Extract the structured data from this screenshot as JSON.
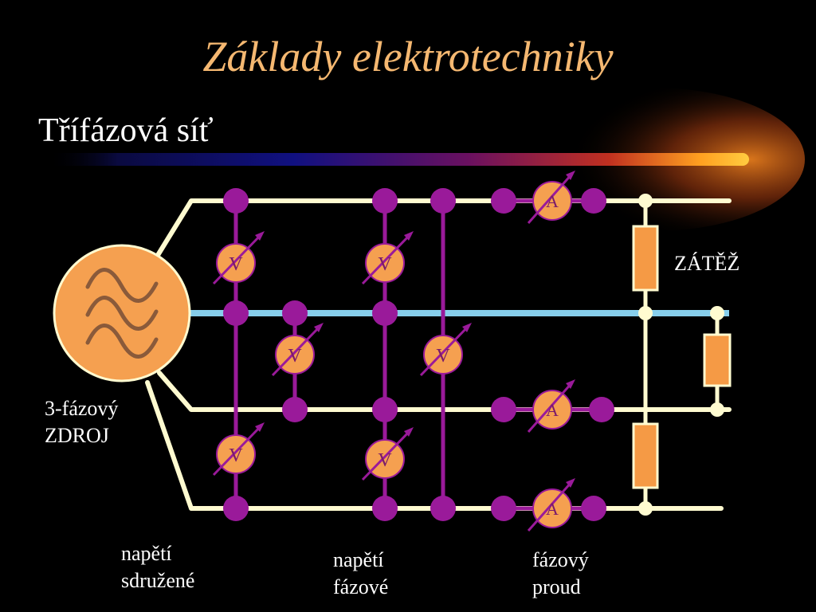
{
  "title": "Základy elektrotechniky",
  "subtitle": "Třífázová síť",
  "labels": {
    "load": "ZÁTĚŽ",
    "source_line1": "3-fázový",
    "source_line2": "ZDROJ",
    "line_voltage_1": "napětí",
    "line_voltage_2": "sdružené",
    "phase_voltage_1": "napětí",
    "phase_voltage_2": "fázové",
    "phase_current_1": "fázový",
    "phase_current_2": "proud"
  },
  "meters": {
    "voltmeter": "V",
    "ammeter": "A"
  },
  "colors": {
    "background": "#000000",
    "title": "#f5b871",
    "wire": "#fffbd0",
    "neutral": "#87ceeb",
    "measure_wire": "#9a1a9a",
    "meter_fill": "#f5a050",
    "resistor_fill": "#f59a45"
  }
}
